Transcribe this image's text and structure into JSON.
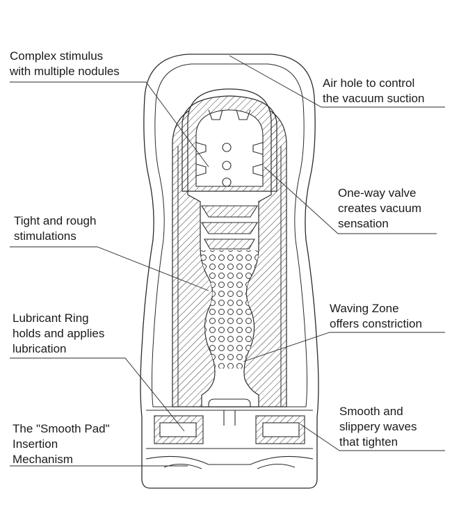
{
  "labels": {
    "complex_stimulus": [
      "Complex stimulus",
      "with multiple nodules"
    ],
    "air_hole": [
      "Air hole to control",
      "the vacuum suction"
    ],
    "one_way_valve": [
      "One-way valve",
      "creates vacuum",
      "sensation"
    ],
    "tight_rough": [
      "Tight and rough",
      "stimulations"
    ],
    "lubricant_ring": [
      "Lubricant Ring",
      "holds and applies",
      "lubrication"
    ],
    "waving_zone": [
      "Waving Zone",
      "offers constriction"
    ],
    "smooth_pad": [
      "The \"Smooth Pad\"",
      "Insertion",
      "Mechanism"
    ],
    "smooth_waves": [
      "Smooth and",
      "slippery waves",
      "that tighten"
    ]
  },
  "colors": {
    "line": "#2a2a2a",
    "text": "#1a1a1a",
    "background": "#ffffff"
  }
}
